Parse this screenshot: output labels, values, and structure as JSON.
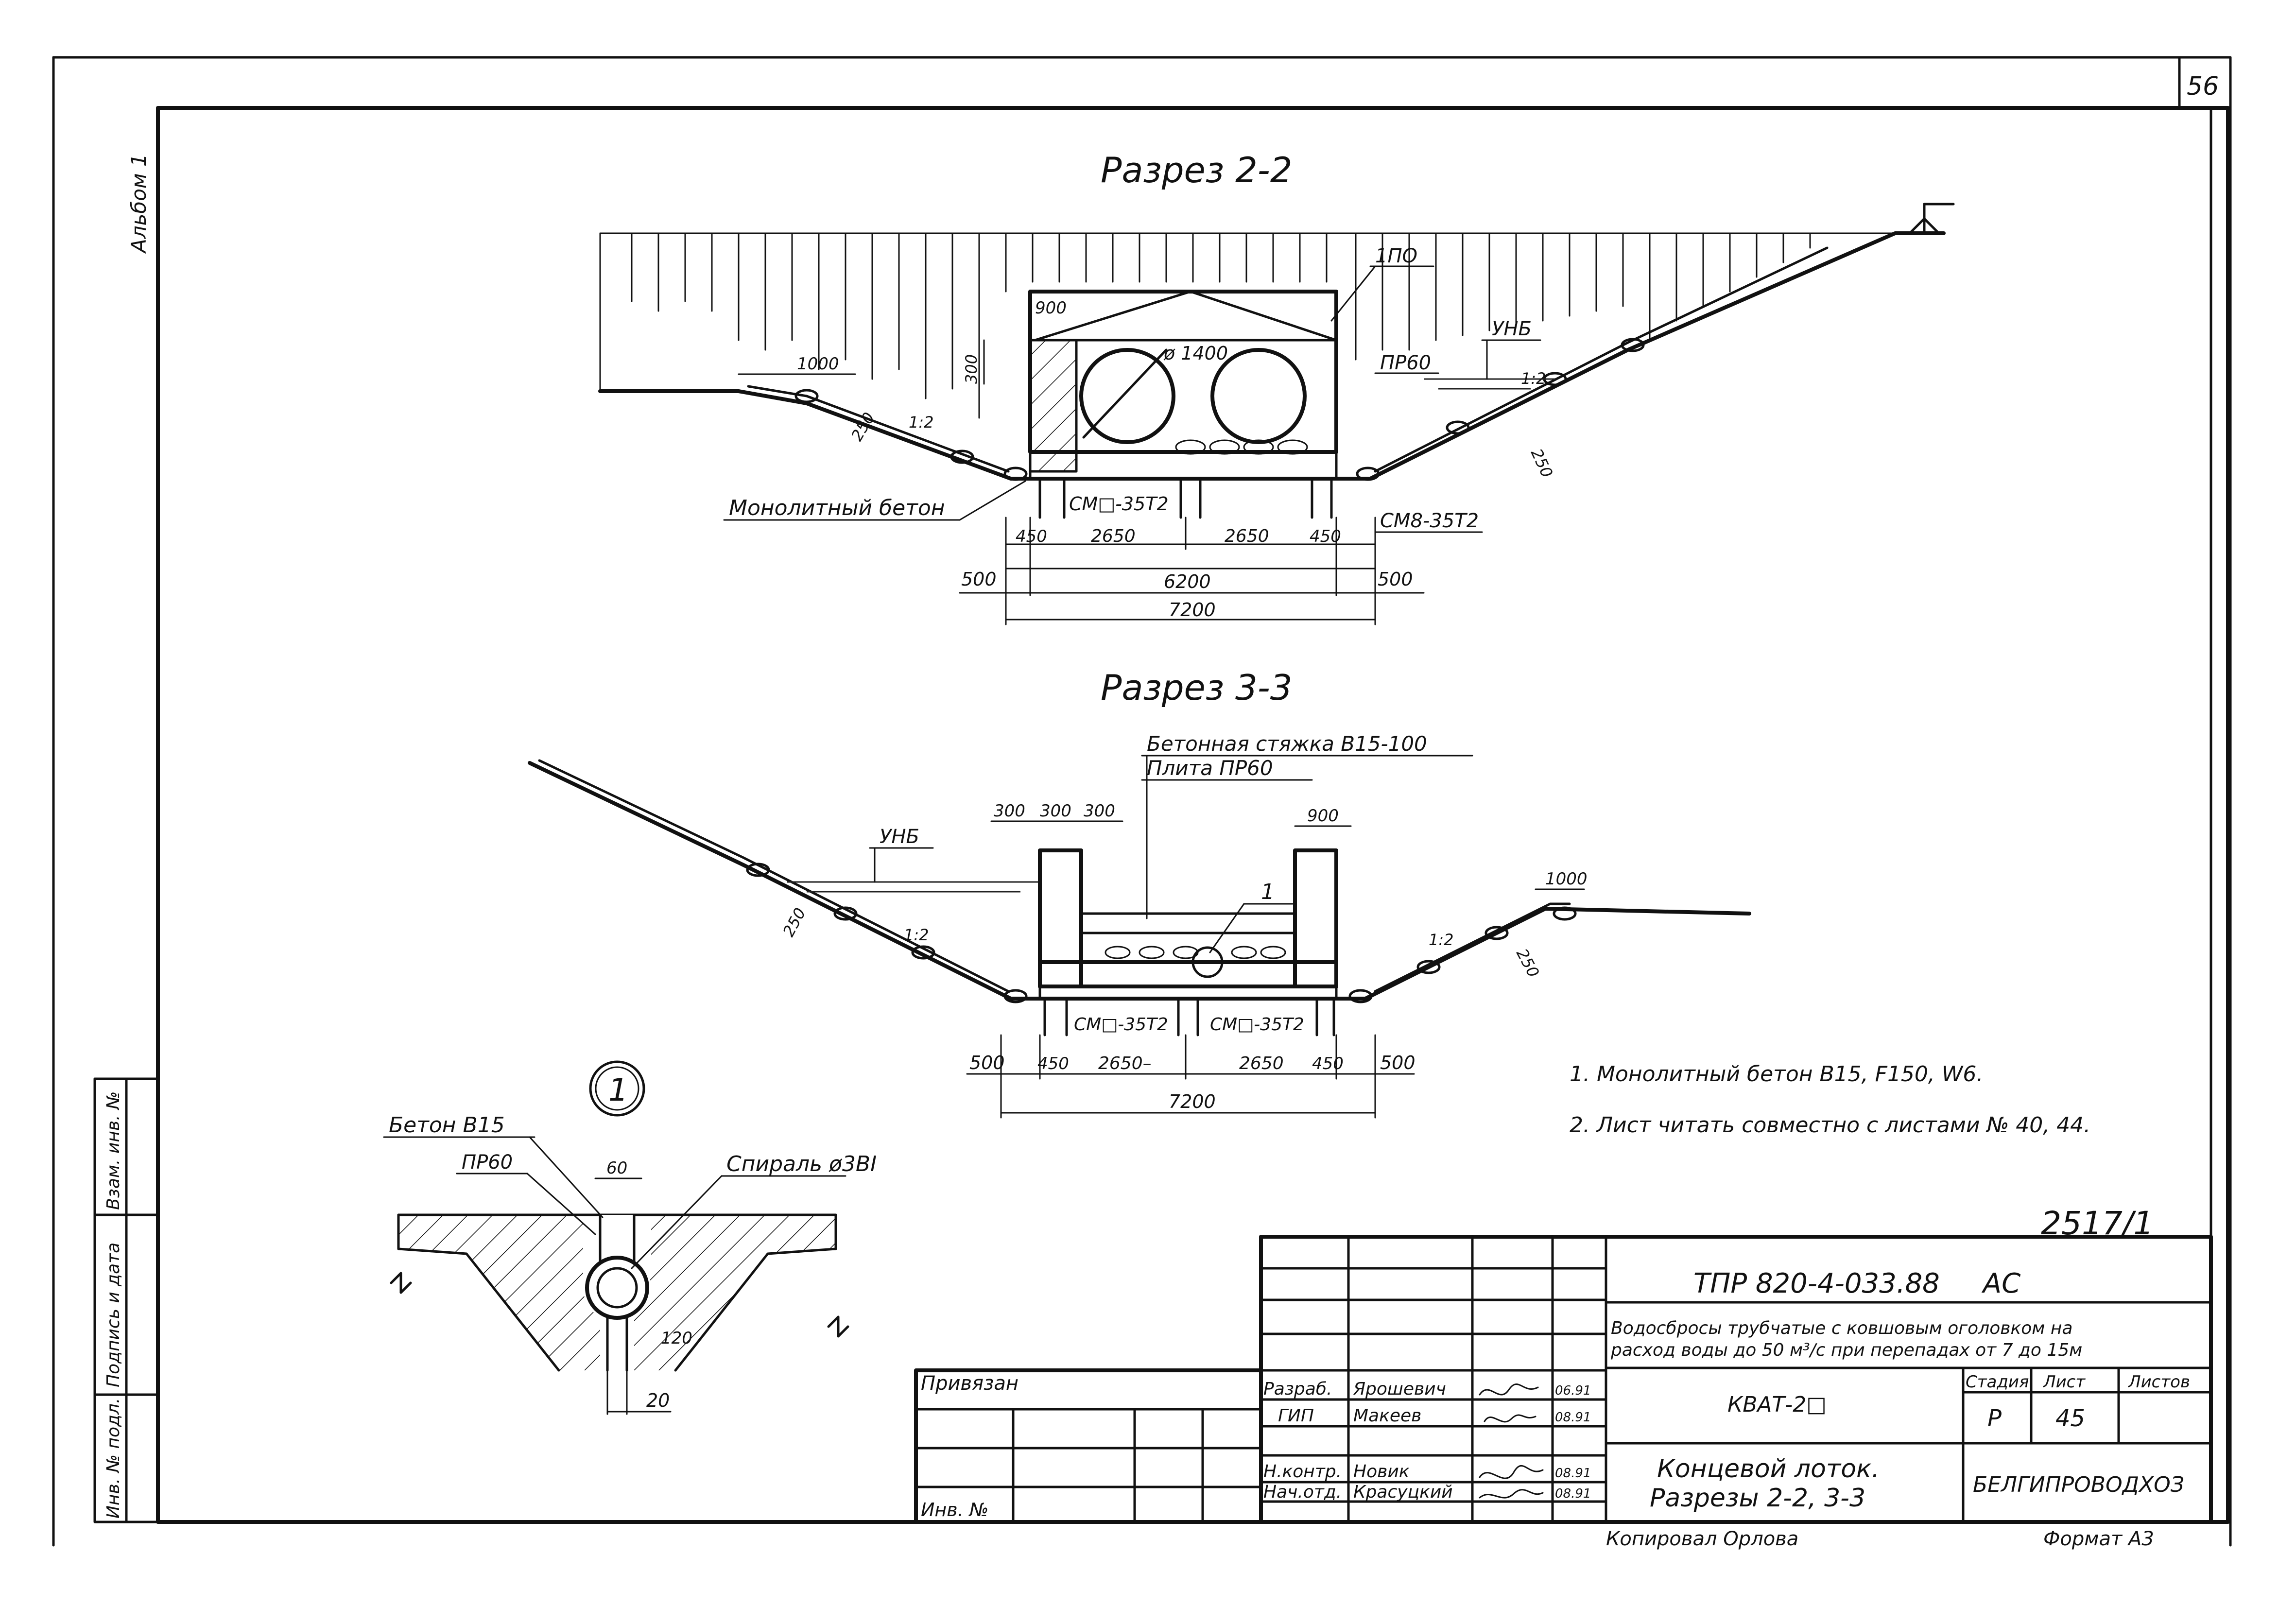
{
  "page_number": "56",
  "album": "Альбом 1",
  "sections": {
    "s22": {
      "title": "Разрез 2-2",
      "labels": {
        "top_block": "1ПО",
        "pipe_dia": "ø 1400",
        "pr60": "ПР60",
        "unb": "УНБ",
        "monolith": "Монолитный бетон",
        "cm_left": "СМ□-35Т2",
        "cm_right": "СМ8-35Т2",
        "slope_left": "1:2",
        "slope_right": "1:2"
      },
      "dims": {
        "d900": "900",
        "d300": "300",
        "d1000": "1000",
        "d250_left": "250",
        "d250_right": "250",
        "d450_left": "450",
        "d2650_left": "2650",
        "d2650_right": "2650",
        "d450_right": "450",
        "d500_left": "500",
        "d6200": "6200",
        "d500_right": "500",
        "d7200": "7200"
      }
    },
    "s33": {
      "title": "Разрез 3-3",
      "labels": {
        "screed": "Бетонная стяжка В15-100",
        "plate": "Плита ПР60",
        "unb": "УНБ",
        "callout": "1",
        "cm_left": "СМ□-35Т2",
        "cm_right": "СМ□-35Т2",
        "slope_left": "1:2",
        "slope_right": "1:2"
      },
      "dims": {
        "d300a": "300",
        "d300b": "300",
        "d300c": "300",
        "d900": "900",
        "d1000": "1000",
        "d250_left": "250",
        "d250_right": "250",
        "d500_left": "500",
        "d450_left": "450",
        "d2650_left": "2650–",
        "d2650_right": "2650",
        "d450_right": "450",
        "d500_right": "500",
        "d7200": "7200"
      }
    },
    "detail": {
      "marker": "1",
      "concrete": "Бетон В15",
      "pr60": "ПР60",
      "spiral": "Спираль ø3ВI",
      "d60": "60",
      "d120": "120",
      "d20": "20"
    }
  },
  "notes": [
    "1. Монолитный бетон В15, F150, W6.",
    "2. Лист читать совместно с листами № 40, 44."
  ],
  "left_strip": [
    "Инв. № подл.",
    "Подпись и дата",
    "Взам. инв. №"
  ],
  "stamp": {
    "handwritten_number": "2517/1",
    "code": "ТПР 820-4-033.88     АС",
    "project_line1": "Водосбросы трубчатые с ковшовым оголовком на",
    "project_line2": "расход воды до 50 м³/с при перепадах от 7 до 15м",
    "object": "КВАТ-2□",
    "sheet_title_1": "Концевой лоток.",
    "sheet_title_2": "Разрезы 2-2, 3-3",
    "org": "БЕЛГИПРОВОДХОЗ",
    "stage_h": "Стадия",
    "sheet_h": "Лист",
    "sheets_h": "Листов",
    "stage": "Р",
    "sheet": "45",
    "sheets": "",
    "privyazan": "Привязан",
    "inv_no": "Инв. №",
    "roles": [
      {
        "role": "Разраб.",
        "name": "Ярошевич",
        "date": "06.91"
      },
      {
        "role": "ГИП",
        "name": "Макеев",
        "date": "08.91"
      },
      {
        "role": "Н.контр.",
        "name": "Новик",
        "date": "08.91"
      },
      {
        "role": "Нач.отд.",
        "name": "Красуцкий",
        "date": "08.91"
      }
    ]
  },
  "copied_by": "Копировал Орлова",
  "format": "Формат А3"
}
